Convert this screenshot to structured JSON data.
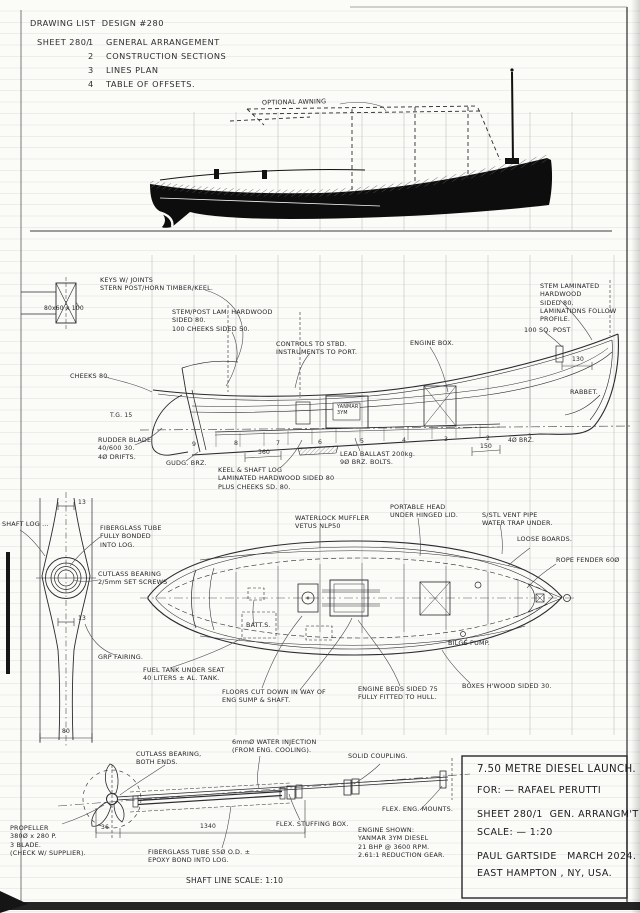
{
  "colors": {
    "paper": "#fbfbf8",
    "ink": "#26262b",
    "hull": "#0d0d0d"
  },
  "drawing_list": {
    "title": "DRAWING LIST  DESIGN #280",
    "sheet_prefix": "SHEET 280/",
    "items": [
      {
        "num": "1",
        "label": "GENERAL ARRANGEMENT"
      },
      {
        "num": "2",
        "label": "CONSTRUCTION SECTIONS"
      },
      {
        "num": "3",
        "label": "LINES PLAN"
      },
      {
        "num": "4",
        "label": "TABLE OF OFFSETS."
      }
    ]
  },
  "annotations": {
    "optional_awning": "OPTIONAL AWNING",
    "keys": "KEYS W/ JOINTS\nSTERN POST/HORN TIMBER/KEEL.",
    "key_size": "80x60 x 100",
    "stern_post": "STEM/POST LAM. HARDWOOD\nSIDED 80.\n100 CHEEKS SIDED 50.",
    "cheeks": "CHEEKS 80.",
    "stem_lam": "STEM LAMINATED HARDWOOD\nSIDED 80.\nLAMINATIONS FOLLOW PROFILE.",
    "samson_post": "100 SQ. POST",
    "dim_130": "130",
    "rabbet": "RABBET.",
    "controls": "CONTROLS TO STBD.\nINSTRUMENTS TO PORT.",
    "engine_box": "ENGINE BOX.",
    "yanmar_tag": "YANMAR\n3YM",
    "rudder_blade": "RUDDER BLADE\n40/600 30.\n4Ø DRIFTS.",
    "tg15": "T.G. 15",
    "gudgeon": "GUDG. BRZ.",
    "keel_log": "KEEL & SHAFT LOG\nLAMINATED HARDWOOD SIDED 80\nPLUS CHEEKS SD. 80.",
    "ballast": "LEAD BALLAST 200kg.\n9Ø BRZ. BOLTS.",
    "dim_360": "360",
    "dim_150": "150",
    "brz4": "4Ø BRZ.",
    "muffler": "WATERLOCK MUFFLER\nVETUS NLP50",
    "head": "PORTABLE HEAD\nUNDER HINGED LID.",
    "vent": "S/STL VENT PIPE\nWATER TRAP UNDER.",
    "loose_boards": "LOOSE BOARDS.",
    "fender": "ROPE FENDER 60Ø",
    "shaft_log": "SHAFT LOG ...",
    "fg_tube": "FIBERGLASS TUBE\nFULLY BONDED\nINTO LOG.",
    "cutlass_screws": "CUTLASS BEARING\n2/5mm SET SCREWS",
    "grp_fairing": "GRP FAIRING.",
    "dim13a": "13",
    "dim13b": "13",
    "dim80": "80",
    "fuel_tank": "FUEL TANK UNDER SEAT\n40 LITERS ± AL. TANK.",
    "batts": "BATT.S.",
    "bilge_pump": "BILGE PUMP.",
    "floors_cut": "FLOORS CUT DOWN IN WAY OF\nENG SUMP & SHAFT.",
    "eng_beds": "ENGINE BEDS SIDED 75\nFULLY FITTED TO HULL.",
    "boxes": "BOXES H'WOOD SIDED 30.",
    "cutlass_both": "CUTLASS BEARING,\nBOTH ENDS.",
    "water_inj": "6mmØ WATER INJECTION\n(FROM ENG. COOLING).",
    "solid_coupling": "SOLID COUPLING.",
    "flex_stuffing": "FLEX. STUFFING BOX.",
    "flex_mounts": "FLEX. ENG. MOUNTS.",
    "prop": "PROPELLER\n380Ø x 280 P.\n3 BLADE.\n(CHECK W/ SUPPLIER).",
    "dim_36": "36",
    "dim_1340": "1340",
    "fg_tube2": "FIBERGLASS TUBE 55Ø O.D. ±\nEPOXY BOND INTO LOG.",
    "engine_note": "ENGINE SHOWN:\nYANMAR 3YM DIESEL\n21 BHP @ 3600 RPM.\n2.61:1 REDUCTION GEAR.",
    "shaft_scale": "SHAFT LINE   SCALE: 1:10"
  },
  "stations": [
    "9",
    "8",
    "7",
    "6",
    "5",
    "4",
    "3",
    "2",
    "1"
  ],
  "title_block": {
    "line1": "7.50 METRE DIESEL LAUNCH.",
    "line2": "FOR: — RAFAEL PERUTTI",
    "line3": "SHEET 280/1  GEN. ARRANGM'T",
    "line4": "SCALE: — 1:20",
    "line5": "PAUL GARTSIDE   MARCH 2024.",
    "line6": "EAST HAMPTON , NY, USA."
  }
}
